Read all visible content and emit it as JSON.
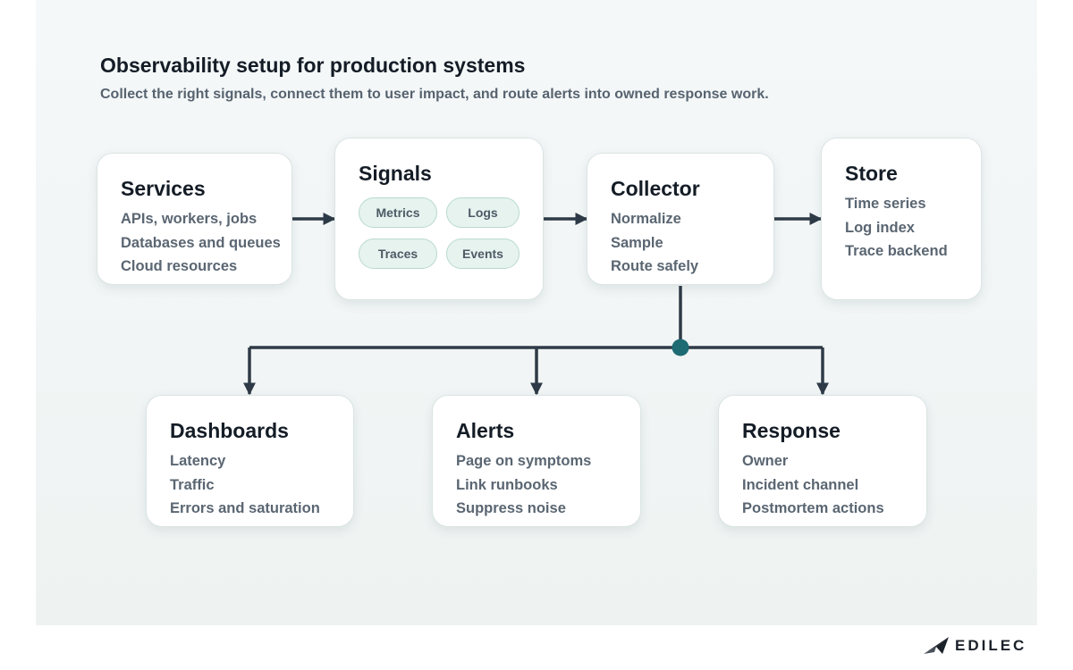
{
  "title": "Observability setup for production systems",
  "subtitle": "Collect the right signals, connect them to user impact, and route alerts into owned response work.",
  "nodes": {
    "services": {
      "title": "Services",
      "items": [
        "APIs, workers, jobs",
        "Databases and queues",
        "Cloud resources"
      ]
    },
    "signals": {
      "title": "Signals",
      "chips": [
        "Metrics",
        "Logs",
        "Traces",
        "Events"
      ]
    },
    "collector": {
      "title": "Collector",
      "items": [
        "Normalize",
        "Sample",
        "Route safely"
      ]
    },
    "store": {
      "title": "Store",
      "items": [
        "Time series",
        "Log index",
        "Trace backend"
      ]
    },
    "dashboards": {
      "title": "Dashboards",
      "items": [
        "Latency",
        "Traffic",
        "Errors and saturation"
      ]
    },
    "alerts": {
      "title": "Alerts",
      "items": [
        "Page on symptoms",
        "Link runbooks",
        "Suppress noise"
      ]
    },
    "response": {
      "title": "Response",
      "items": [
        "Owner",
        "Incident channel",
        "Postmortem actions"
      ]
    }
  },
  "edges": [
    {
      "from": "services",
      "to": "signals"
    },
    {
      "from": "signals",
      "to": "collector"
    },
    {
      "from": "collector",
      "to": "store"
    },
    {
      "from": "collector",
      "to": "dashboards"
    },
    {
      "from": "collector",
      "to": "alerts"
    },
    {
      "from": "collector",
      "to": "response"
    }
  ],
  "colors": {
    "connector": "#2e3a47",
    "junction": "#1e6b73",
    "chip_fill": "#e6f3ef",
    "chip_border": "#b9d9cf"
  },
  "brand": {
    "name": "EDILEC",
    "icon": "paper-plane-logo-icon"
  }
}
